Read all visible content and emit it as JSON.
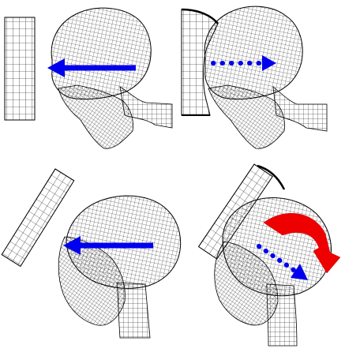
{
  "figure": {
    "panels": [
      {
        "id": "panel-1",
        "row": "top",
        "col": "left",
        "plate": "vertical-left",
        "arrow": "solid",
        "direction": "leftward",
        "rotation_arrow": false
      },
      {
        "id": "panel-2",
        "row": "top",
        "col": "right",
        "plate": "curved-conforming",
        "arrow": "dotted",
        "direction": "rightward",
        "rotation_arrow": false
      },
      {
        "id": "panel-3",
        "row": "bottom",
        "col": "left",
        "plate": "inclined-front",
        "arrow": "solid",
        "direction": "leftward",
        "rotation_arrow": false
      },
      {
        "id": "panel-4",
        "row": "bottom",
        "col": "right",
        "plate": "inclined-curved-front",
        "arrow": "dotted",
        "direction": "down-right",
        "rotation_arrow": true
      }
    ],
    "colors": {
      "translation_arrow": "#0000ee",
      "rotation_arrow": "#ee0000",
      "mesh_line": "#000000",
      "background": "#ffffff"
    }
  }
}
